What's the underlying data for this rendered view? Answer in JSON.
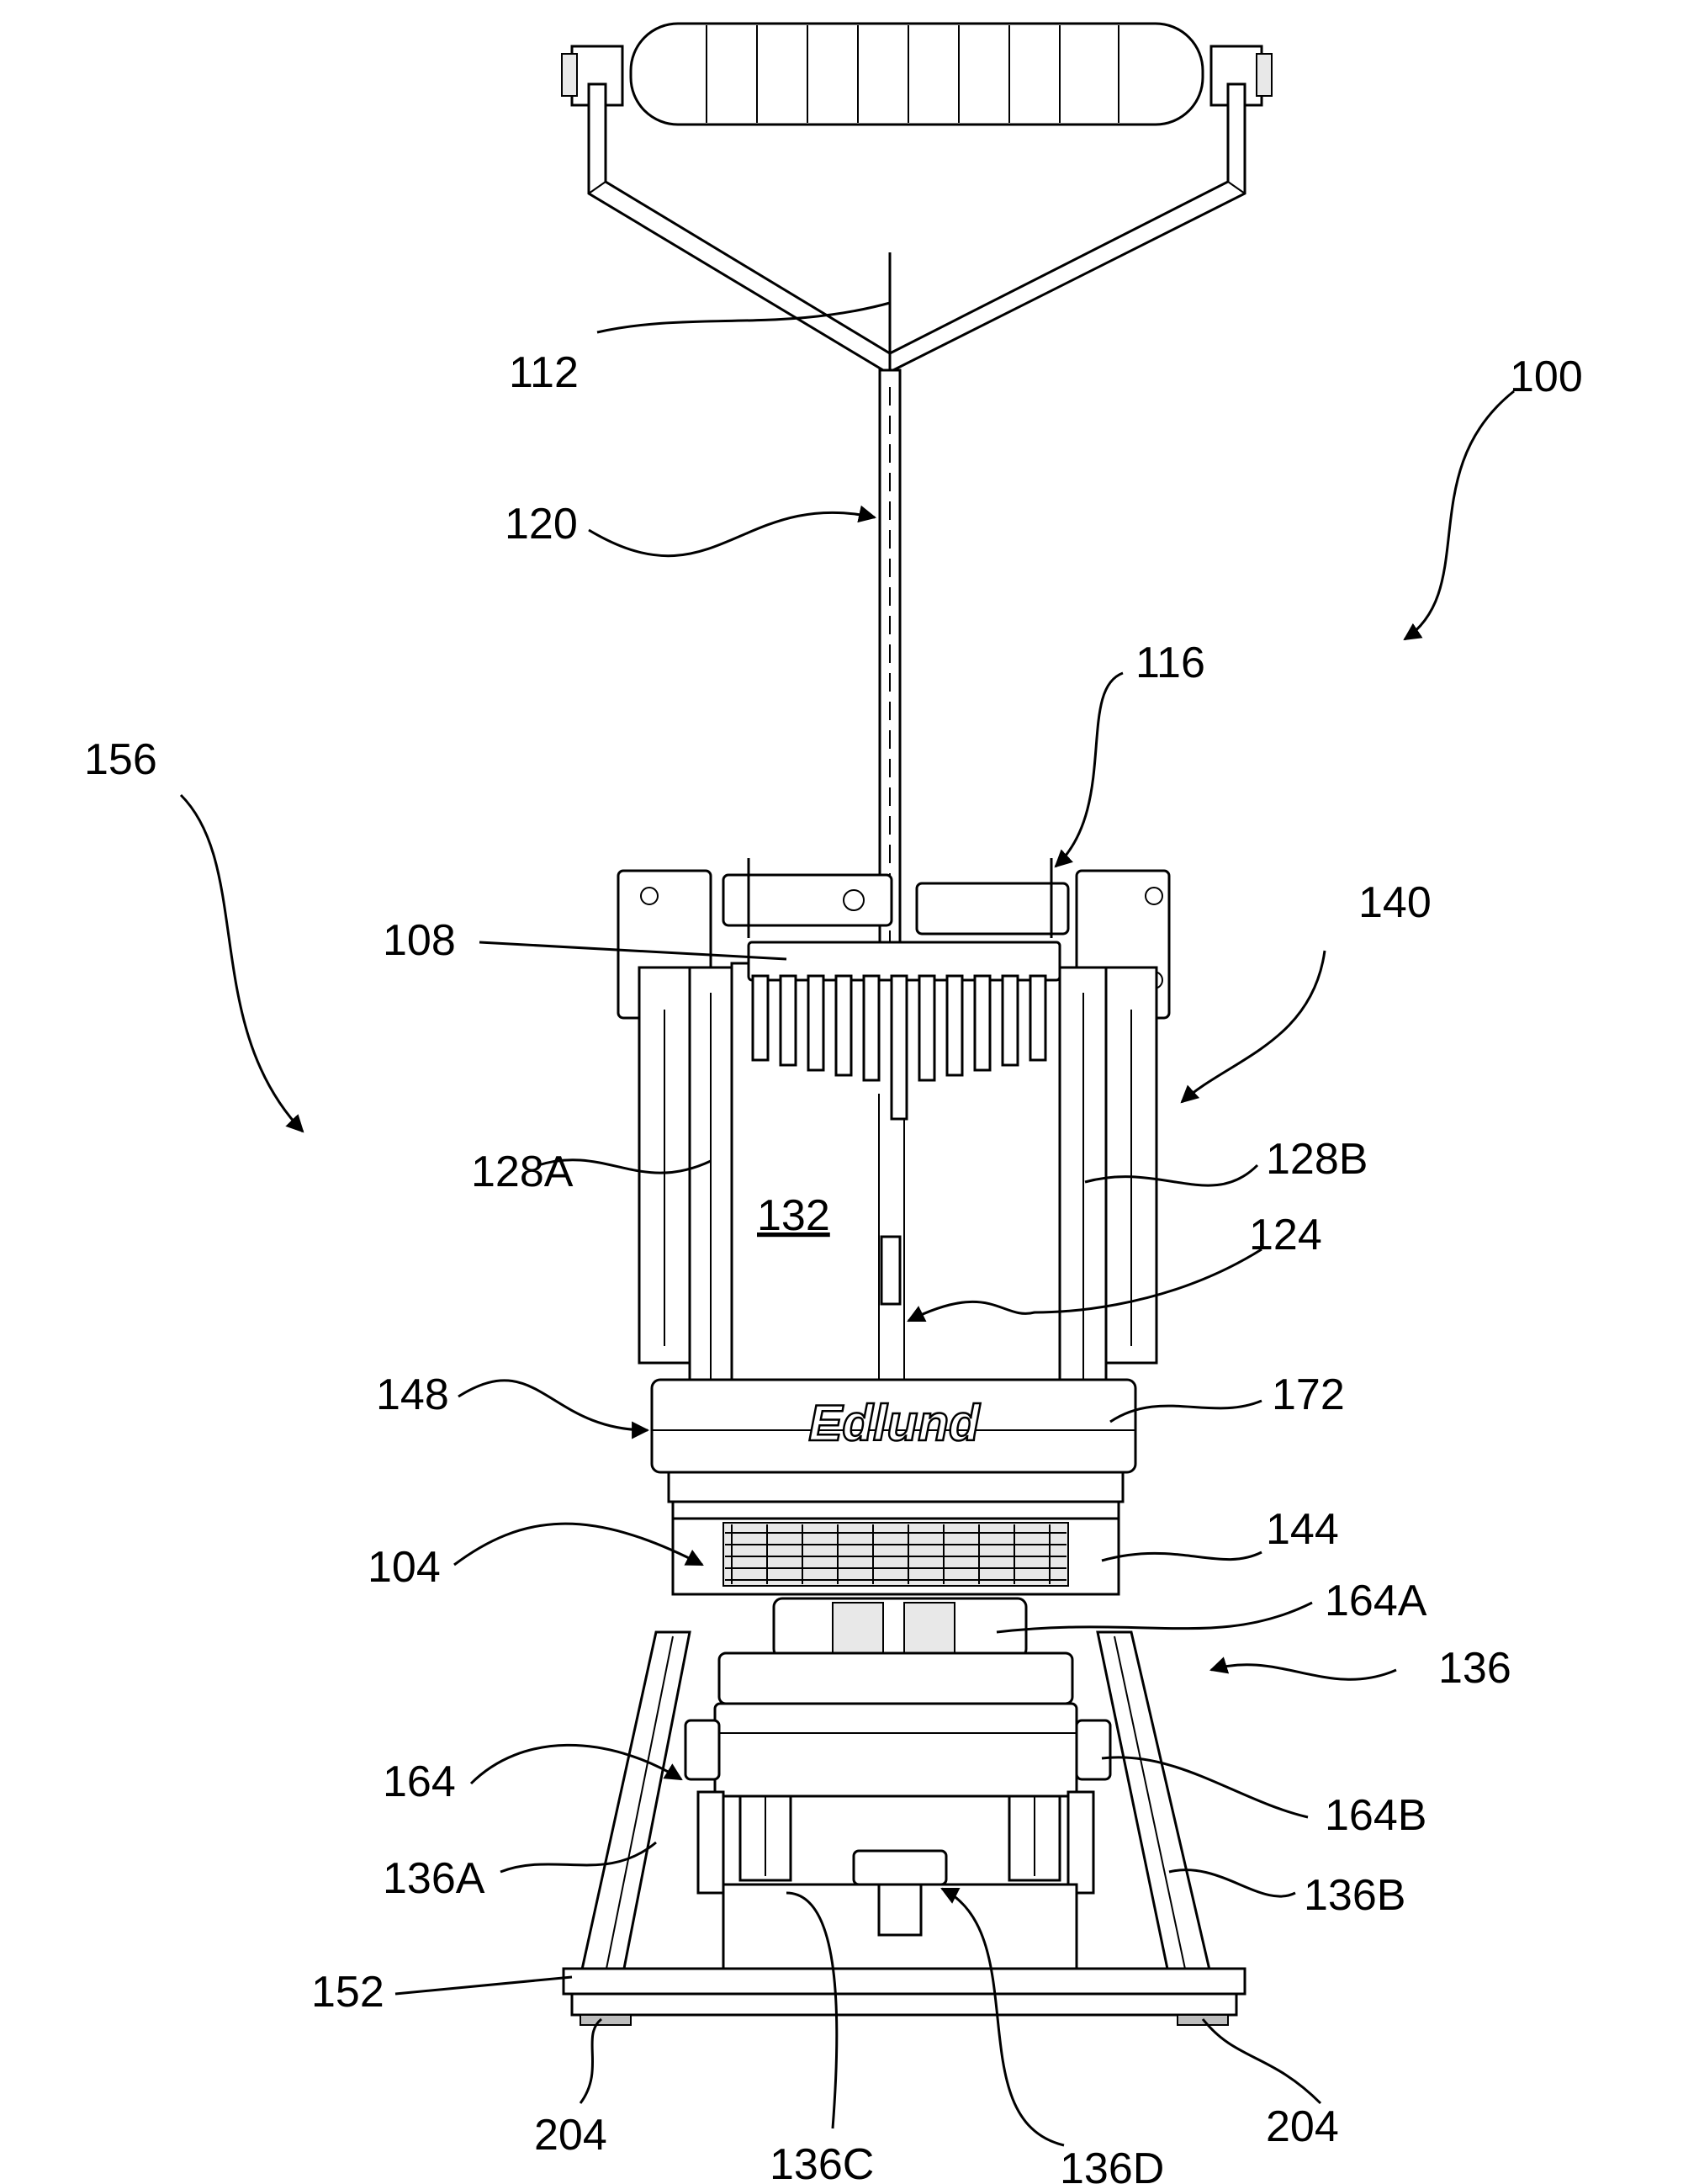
{
  "figure": {
    "brand_label": "Edlund",
    "reference_numerals": [
      {
        "id": "100",
        "text": "100"
      },
      {
        "id": "104",
        "text": "104"
      },
      {
        "id": "108",
        "text": "108"
      },
      {
        "id": "112",
        "text": "112"
      },
      {
        "id": "116",
        "text": "116"
      },
      {
        "id": "120",
        "text": "120"
      },
      {
        "id": "124",
        "text": "124"
      },
      {
        "id": "128A",
        "text": "128A"
      },
      {
        "id": "128B",
        "text": "128B"
      },
      {
        "id": "132",
        "text": "132"
      },
      {
        "id": "136",
        "text": "136"
      },
      {
        "id": "136A",
        "text": "136A"
      },
      {
        "id": "136B",
        "text": "136B"
      },
      {
        "id": "136C",
        "text": "136C"
      },
      {
        "id": "136D",
        "text": "136D"
      },
      {
        "id": "140",
        "text": "140"
      },
      {
        "id": "144",
        "text": "144"
      },
      {
        "id": "148",
        "text": "148"
      },
      {
        "id": "152",
        "text": "152"
      },
      {
        "id": "156",
        "text": "156"
      },
      {
        "id": "164",
        "text": "164"
      },
      {
        "id": "164A",
        "text": "164A"
      },
      {
        "id": "164B",
        "text": "164B"
      },
      {
        "id": "172",
        "text": "172"
      },
      {
        "id": "204a",
        "text": "204"
      },
      {
        "id": "204b",
        "text": "204"
      }
    ]
  }
}
